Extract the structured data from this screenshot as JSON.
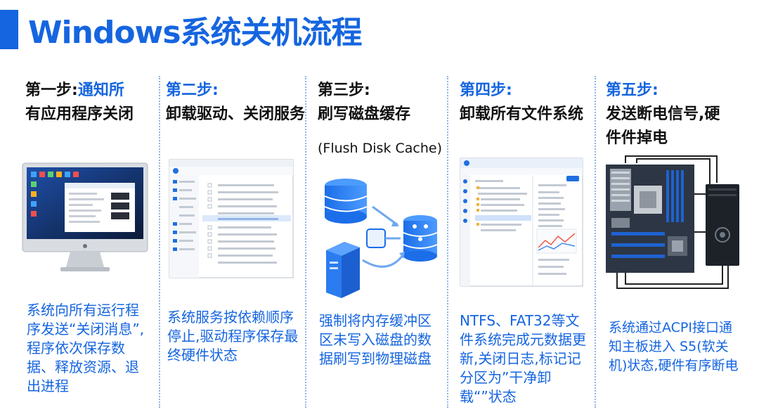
{
  "page": {
    "title": "Windows系统关机流程",
    "accent": "#1565e0"
  },
  "steps": [
    {
      "label": "第一步:",
      "title_black": "",
      "title_blue": "通知所",
      "title2": "有应用程序关闭",
      "desc": "系统向所有运行程序发送“关闭消息”,程序依次保存数据、释放资源、退出进程"
    },
    {
      "label": "第二步:",
      "title": "卸载驱动、关闭服务",
      "desc": "系统服务按依赖顺序停止,驱动程序保存最终硬件状态"
    },
    {
      "label": "第三步:",
      "title": "刷写磁盘缓存",
      "subtitle": "(Flush Disk Cache)",
      "desc": "强制将内存缓冲区区未写入磁盘的数据刷写到物理磁盘"
    },
    {
      "label": "第四步:",
      "title": "卸载所有文件系统",
      "desc": "NTFS、FAT32等文件系统完成元数据更新,关闭日志,标记记分区为”干净卸载“”状态"
    },
    {
      "label": "第五步:",
      "title": "发送断电信号,硬",
      "title2": "件件掉电",
      "desc": "系统通过ACPI接口通知主板进入 S5(软关机)状态,硬件有序断电"
    }
  ]
}
